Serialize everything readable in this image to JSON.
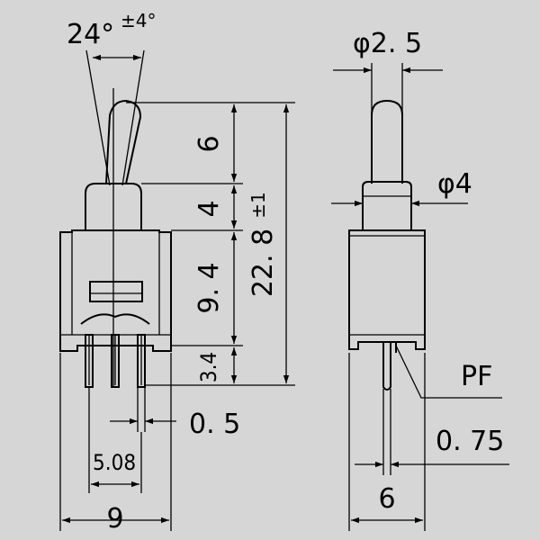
{
  "colors": {
    "background": "#d6d6d6",
    "line": "#000000"
  },
  "front_view": {
    "angle": {
      "value": "24°",
      "tolerance": "±4°"
    },
    "dims": {
      "lever": "6",
      "bushing": "4",
      "body": "9. 4",
      "terminal": "3.4",
      "total": "22. 8",
      "total_tol": "±1",
      "pin_width": "0. 5",
      "pitch": "5.08",
      "width": "9"
    }
  },
  "side_view": {
    "dims": {
      "lever_dia": "φ2. 5",
      "bushing_dia": "φ4",
      "terminal_label": "PF",
      "terminal_thickness": "0. 75",
      "width": "6"
    }
  }
}
